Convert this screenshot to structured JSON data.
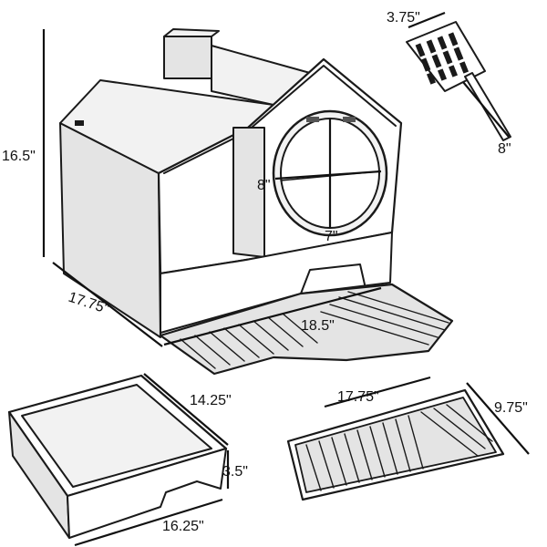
{
  "figure": {
    "labels": {
      "house_height": "16.5\"",
      "house_depth": "17.75\"",
      "house_width": "18.5\"",
      "door_height": "8\"",
      "door_width": "7\"",
      "scoop_width": "3.75\"",
      "scoop_length": "8\"",
      "tray_width": "14.25\"",
      "tray_height": "3.5\"",
      "tray_length": "16.25\"",
      "mat_length": "17.75\"",
      "mat_width": "9.75\""
    }
  }
}
